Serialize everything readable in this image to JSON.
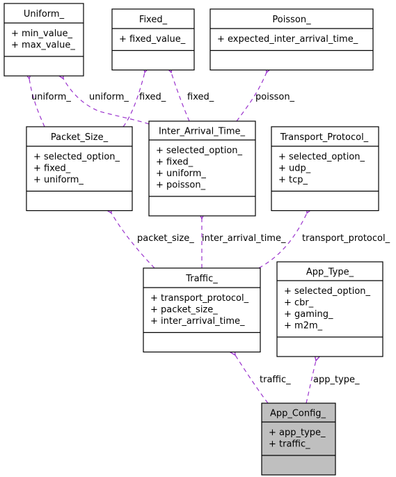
{
  "colors": {
    "edge": "#9a32cd",
    "box_fill": "#ffffff",
    "highlight_fill": "#bfbfbf",
    "border": "#000000"
  },
  "classes": [
    {
      "id": "uniform",
      "name": "Uniform_",
      "attributes": [
        "+ min_value_",
        "+ max_value_"
      ],
      "highlighted": false
    },
    {
      "id": "fixed",
      "name": "Fixed_",
      "attributes": [
        "+ fixed_value_"
      ],
      "highlighted": false
    },
    {
      "id": "poisson",
      "name": "Poisson_",
      "attributes": [
        "+ expected_inter_arrival_time_"
      ],
      "highlighted": false
    },
    {
      "id": "packet-size",
      "name": "Packet_Size_",
      "attributes": [
        "+ selected_option_",
        "+ fixed_",
        "+ uniform_"
      ],
      "highlighted": false
    },
    {
      "id": "inter-arrival-time",
      "name": "Inter_Arrival_Time_",
      "attributes": [
        "+ selected_option_",
        "+ fixed_",
        "+ uniform_",
        "+ poisson_"
      ],
      "highlighted": false
    },
    {
      "id": "transport-protocol",
      "name": "Transport_Protocol_",
      "attributes": [
        "+ selected_option_",
        "+ udp_",
        "+ tcp_"
      ],
      "highlighted": false
    },
    {
      "id": "traffic",
      "name": "Traffic_",
      "attributes": [
        "+ transport_protocol_",
        "+ packet_size_",
        "+ inter_arrival_time_"
      ],
      "highlighted": false
    },
    {
      "id": "app-type",
      "name": "App_Type_",
      "attributes": [
        "+ selected_option_",
        "+ cbr_",
        "+ gaming_",
        "+ m2m_"
      ],
      "highlighted": false
    },
    {
      "id": "app-config",
      "name": "App_Config_",
      "attributes": [
        "+ app_type_",
        "+ traffic_"
      ],
      "highlighted": true
    }
  ],
  "edges": [
    {
      "from": "packet-size",
      "to": "uniform",
      "label": "uniform_"
    },
    {
      "from": "inter-arrival-time",
      "to": "uniform",
      "label": "uniform_"
    },
    {
      "from": "packet-size",
      "to": "fixed",
      "label": "fixed_"
    },
    {
      "from": "inter-arrival-time",
      "to": "fixed",
      "label": "fixed_"
    },
    {
      "from": "inter-arrival-time",
      "to": "poisson",
      "label": "poisson_"
    },
    {
      "from": "traffic",
      "to": "packet-size",
      "label": "packet_size_"
    },
    {
      "from": "traffic",
      "to": "inter-arrival-time",
      "label": "inter_arrival_time_"
    },
    {
      "from": "traffic",
      "to": "transport-protocol",
      "label": "transport_protocol_"
    },
    {
      "from": "app-config",
      "to": "traffic",
      "label": "traffic_"
    },
    {
      "from": "app-config",
      "to": "app-type",
      "label": "app_type_"
    }
  ]
}
